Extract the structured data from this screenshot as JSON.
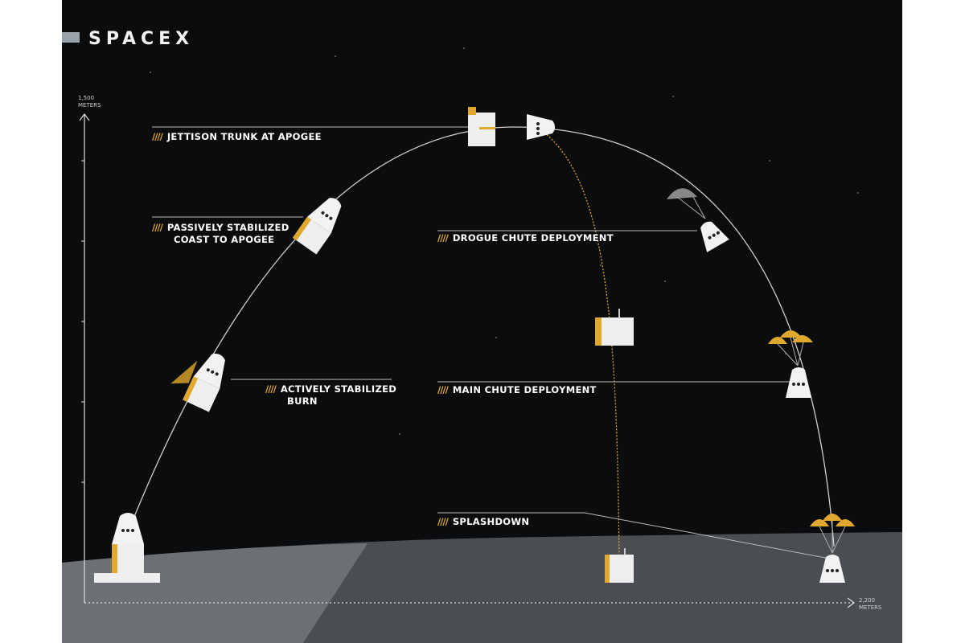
{
  "brand": {
    "logo_text": "SPACEX"
  },
  "axes": {
    "y_label_value": "1,500",
    "y_label_unit": "METERS",
    "x_label_value": "2,200",
    "x_label_unit": "METERS"
  },
  "stages": [
    {
      "hatch": "////",
      "label": "JETTISON TRUNK AT APOGEE"
    },
    {
      "hatch": "////",
      "label": "PASSIVELY STABILIZED",
      "label2": "COAST TO APOGEE"
    },
    {
      "hatch": "////",
      "label": "ACTIVELY STABILIZED",
      "label2": "BURN"
    },
    {
      "hatch": "////",
      "label": "DROGUE CHUTE DEPLOYMENT"
    },
    {
      "hatch": "////",
      "label": "MAIN CHUTE DEPLOYMENT"
    },
    {
      "hatch": "////",
      "label": "SPLASHDOWN"
    }
  ],
  "colors": {
    "background": "#0b0c0d",
    "accent": "#e0a82e",
    "ground": "#4a4d52",
    "capsule": "#e8e8e8"
  }
}
